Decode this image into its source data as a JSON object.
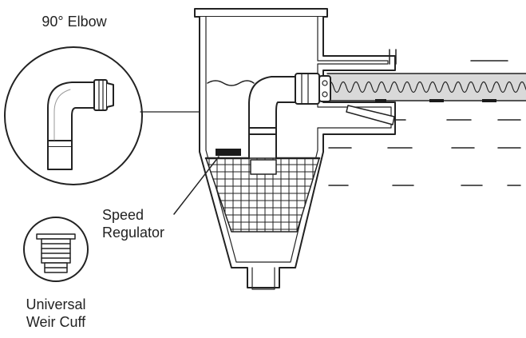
{
  "labels": {
    "elbow": "90° Elbow",
    "speed_line1": "Speed",
    "speed_line2": "Regulator",
    "weir_line1": "Universal",
    "weir_line2": "Weir Cuff"
  },
  "colors": {
    "line": "#222222",
    "hose_fill": "#d9d9d9",
    "regulator": "#1a1a1a",
    "background": "#ffffff"
  }
}
